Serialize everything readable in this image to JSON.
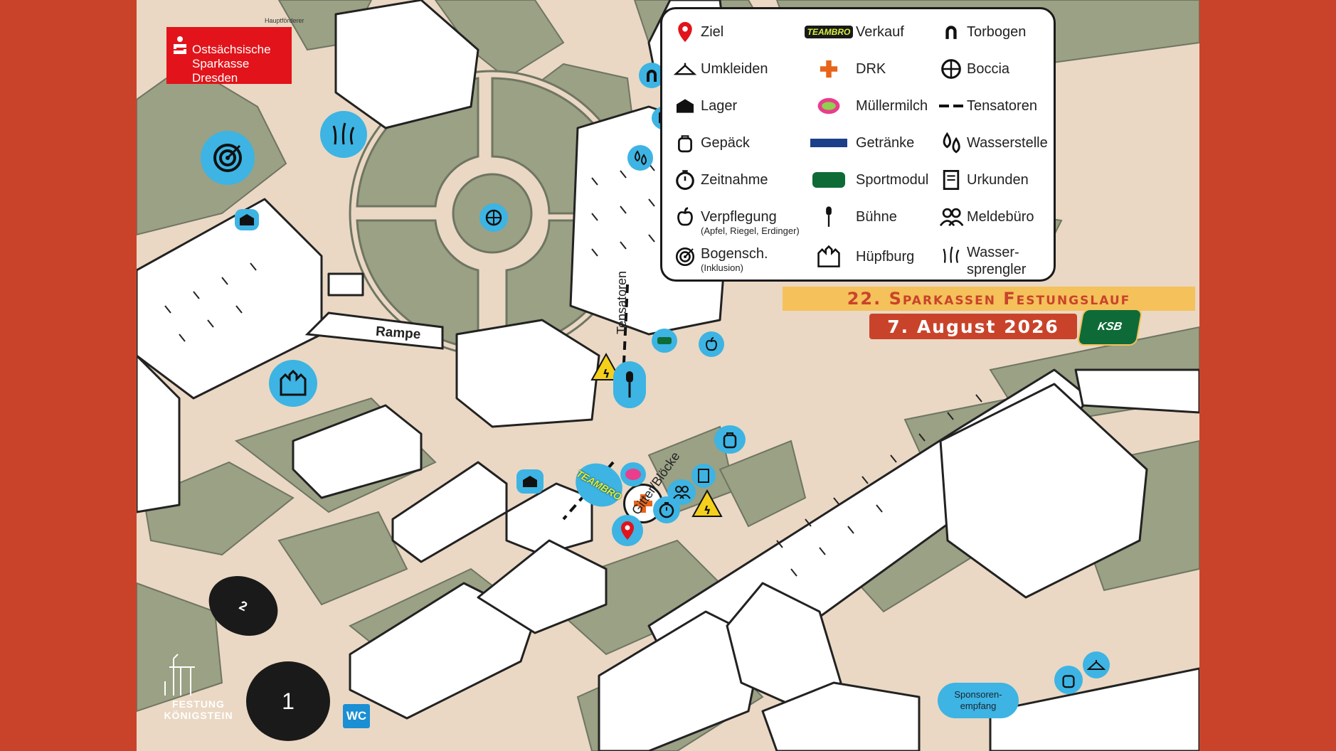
{
  "sponsor": {
    "line1": "Ostsächsische",
    "line2": "Sparkasse Dresden",
    "tagline": "Hauptförderer"
  },
  "legend": {
    "items": [
      {
        "label": "Ziel",
        "icon": "pin-icon"
      },
      {
        "label": "Verkauf",
        "icon": "teambro-logo"
      },
      {
        "label": "Torbogen",
        "icon": "arch-icon"
      },
      {
        "label": "Umkleiden",
        "icon": "hanger-icon"
      },
      {
        "label": "DRK",
        "icon": "red-cross-icon"
      },
      {
        "label": "Boccia",
        "icon": "boccia-icon"
      },
      {
        "label": "Lager",
        "icon": "storage-icon"
      },
      {
        "label": "Müllermilch",
        "icon": "muellermilch-logo"
      },
      {
        "label": "Tensatoren",
        "icon": "dash-line-icon"
      },
      {
        "label": "Gepäck",
        "icon": "backpack-icon"
      },
      {
        "label": "Getränke",
        "icon": "oppacher-logo"
      },
      {
        "label": "Wasserstelle",
        "icon": "water-drops-icon"
      },
      {
        "label": "Zeitnahme",
        "icon": "stopwatch-icon"
      },
      {
        "label": "Sportmodul",
        "icon": "ksb-logo"
      },
      {
        "label": "Urkunden",
        "icon": "certificate-icon"
      },
      {
        "label": "Verpflegung",
        "sub": "(Apfel, Riegel, Erdinger)",
        "icon": "apple-icon"
      },
      {
        "label": "Bühne",
        "icon": "microphone-icon"
      },
      {
        "label": "Meldebüro",
        "icon": "people-icon"
      },
      {
        "label": "Bogensch.",
        "sub": "(Inklusion)",
        "icon": "target-icon"
      },
      {
        "label": "Hüpfburg",
        "icon": "bouncy-castle-icon"
      },
      {
        "label": "Wasser-",
        "sub2": "sprengler",
        "icon": "sprinkler-icon"
      }
    ]
  },
  "map_labels": {
    "rampe": "Rampe",
    "tensatoren": "Tensatoren",
    "gitter": "Gitter/Blöcke",
    "sponsoren_line1": "Sponsoren-",
    "sponsoren_line2": "empfang",
    "wc": "WC",
    "one": "1",
    "two": "2",
    "teambro": "TEAMBRO"
  },
  "event": {
    "title": "22. Sparkassen Festungslauf",
    "date": "7. August 2026",
    "ksb": "KSB"
  },
  "festung": {
    "line1": "FESTUNG",
    "line2": "KÖNIGSTEIN"
  },
  "colors": {
    "frame": "#c9432b",
    "ground": "#ead8c4",
    "green": "#9aa184",
    "pin": "#3db4e3",
    "sparkasse": "#e2131a"
  }
}
